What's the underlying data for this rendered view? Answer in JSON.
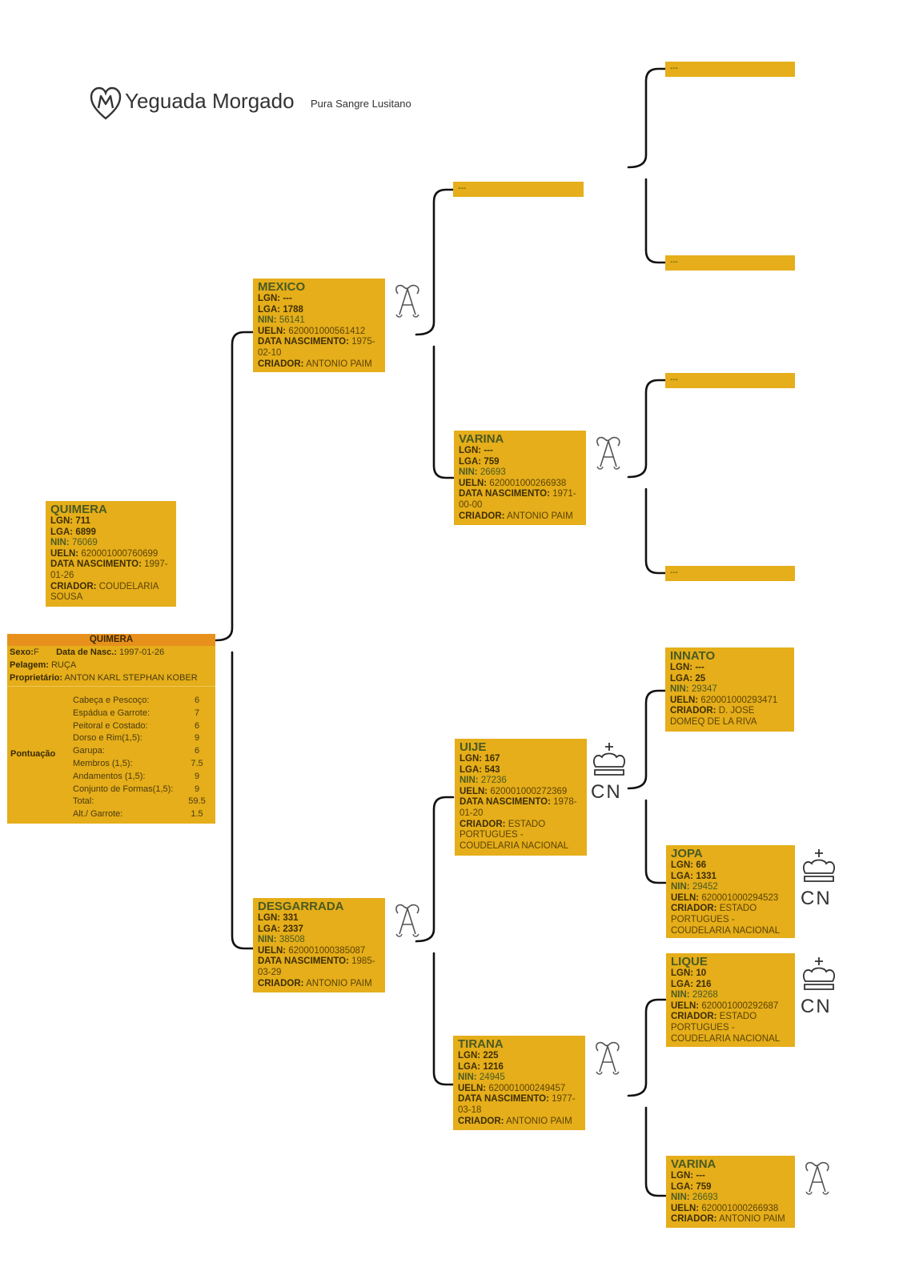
{
  "brand": {
    "name": "Yeguada Morgado",
    "tagline": "Pura Sangre Lusitano"
  },
  "labels": {
    "lgn": "LGN:",
    "lga": "LGA:",
    "nin": "NIN:",
    "ueln": "UELN:",
    "dob": "DATA NASCIMENTO:",
    "breeder": "CRIADOR:"
  },
  "subject": {
    "name": "QUIMERA",
    "lgn": "711",
    "lga": "6899",
    "nin": "76069",
    "ueln": "620001000760699",
    "dob": "1997-01-26",
    "breeder": "COUDELARIA SOUSA"
  },
  "summary": {
    "title": "QUIMERA",
    "sex_label": "Sexo:",
    "sex": "F",
    "dob_label": "Data de Nasc.:",
    "dob": "1997-01-26",
    "coat_label": "Pelagem:",
    "coat": "RUÇA",
    "owner_label": "Proprietário:",
    "owner": "ANTON KARL STEPHAN KOBER",
    "scoring_label": "Pontuação",
    "scores": [
      {
        "label": "Cabeça e Pescoço:",
        "value": "6"
      },
      {
        "label": "Espádua e Garrote:",
        "value": "7"
      },
      {
        "label": "Peitoral e Costado:",
        "value": "6"
      },
      {
        "label": "Dorso e Rim(1,5):",
        "value": "9"
      },
      {
        "label": "Garupa:",
        "value": "6"
      },
      {
        "label": "Membros (1,5):",
        "value": "7.5"
      },
      {
        "label": "Andamentos (1,5):",
        "value": "9"
      },
      {
        "label": "Conjunto de Formas(1,5):",
        "value": "9"
      },
      {
        "label": "Total:",
        "value": "59.5"
      },
      {
        "label": "Alt./ Garrote:",
        "value": "1.5"
      }
    ]
  },
  "horses": {
    "sire": {
      "name": "MEXICO",
      "lgn": "---",
      "lga": "1788",
      "nin": "56141",
      "ueln": "620001000561412",
      "dob": "1975-02-10",
      "breeder": "ANTONIO PAIM"
    },
    "dam": {
      "name": "DESGARRADA",
      "lgn": "331",
      "lga": "2337",
      "nin": "38508",
      "ueln": "620001000385087",
      "dob": "1985-03-29",
      "breeder": "ANTONIO PAIM"
    },
    "sire_dam": {
      "name": "VARINA",
      "lgn": "---",
      "lga": "759",
      "nin": "26693",
      "ueln": "620001000266938",
      "dob": "1971-00-00",
      "breeder": "ANTONIO PAIM"
    },
    "dam_sire": {
      "name": "UIJE",
      "lgn": "167",
      "lga": "543",
      "nin": "27236",
      "ueln": "620001000272369",
      "dob": "1978-01-20",
      "breeder": "ESTADO PORTUGUES - COUDELARIA NACIONAL"
    },
    "dam_dam": {
      "name": "TIRANA",
      "lgn": "225",
      "lga": "1216",
      "nin": "24945",
      "ueln": "620001000249457",
      "dob": "1977-03-18",
      "breeder": "ANTONIO PAIM"
    },
    "ds_sire": {
      "name": "INNATO",
      "lgn": "---",
      "lga": "25",
      "nin": "29347",
      "ueln": "620001000293471",
      "breeder": "D. JOSE DOMEQ DE LA RIVA"
    },
    "ds_dam": {
      "name": "JOPA",
      "lgn": "66",
      "lga": "1331",
      "nin": "29452",
      "ueln": "620001000294523",
      "breeder": "ESTADO PORTUGUES - COUDELARIA NACIONAL"
    },
    "dd_sire": {
      "name": "LIQUE",
      "lgn": "10",
      "lga": "216",
      "nin": "29268",
      "ueln": "620001000292687",
      "breeder": "ESTADO PORTUGUES - COUDELARIA NACIONAL"
    },
    "dd_dam": {
      "name": "VARINA",
      "lgn": "---",
      "lga": "759",
      "nin": "26693",
      "ueln": "620001000266938",
      "breeder": "ANTONIO PAIM"
    }
  },
  "unknown": {
    "ss": "---",
    "sss": "---",
    "ssd": "---",
    "sds": "---",
    "sdd": "---"
  },
  "brand_marks": {
    "cn_letters": "CN"
  }
}
